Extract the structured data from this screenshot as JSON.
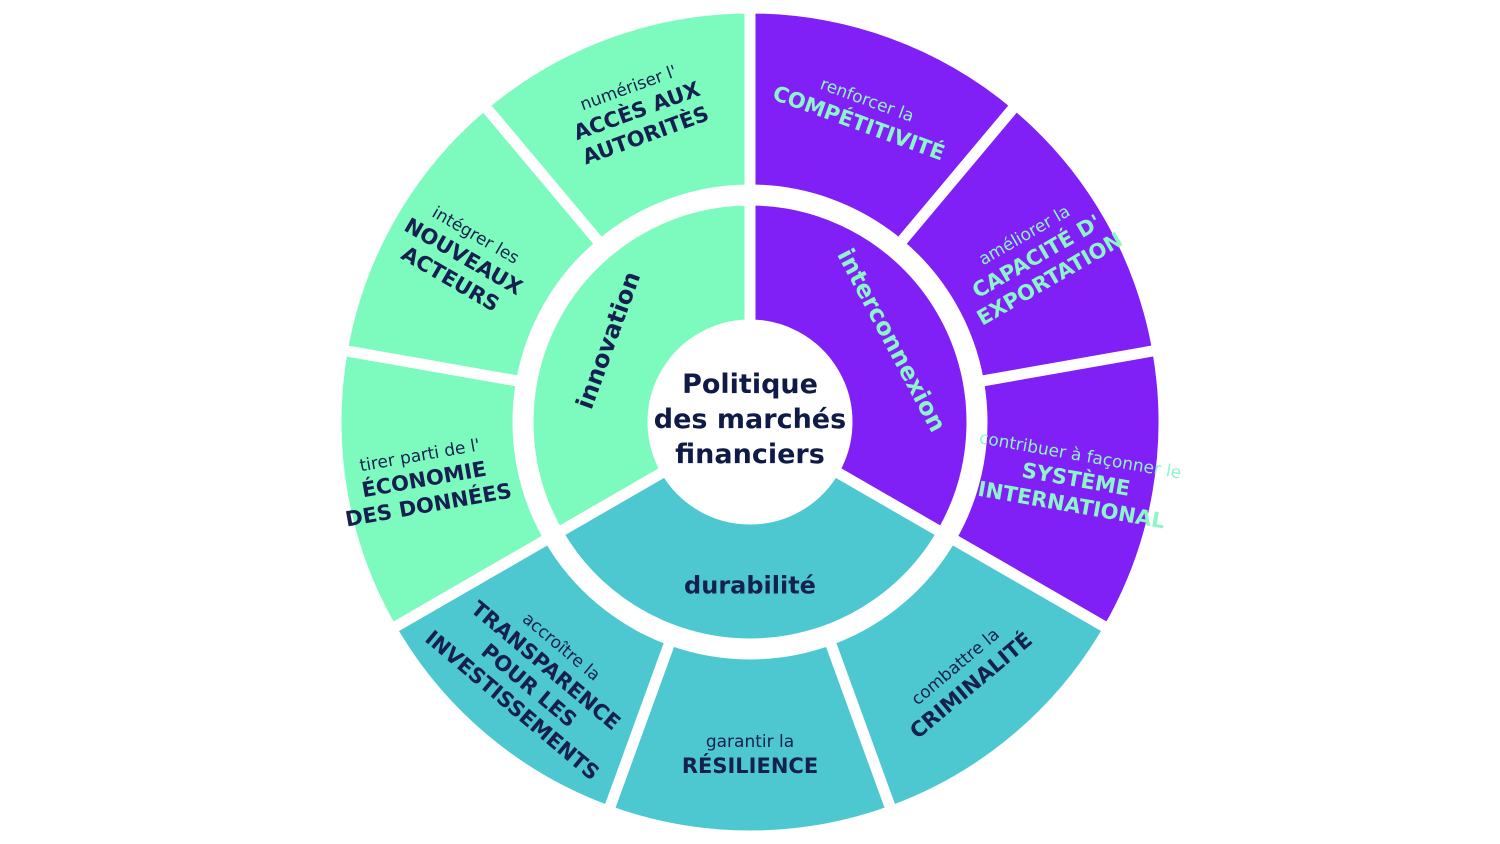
{
  "center": {
    "lines": [
      "Politique",
      "des marchés",
      "financiers"
    ]
  },
  "colors": {
    "mint": "#7dfbbf",
    "purple": "#801ff6",
    "teal": "#4dc8d1",
    "navy": "#162050",
    "text_on_purple": "#8ef5c9",
    "white": "#ffffff"
  },
  "inner_ring": [
    {
      "id": "innovation",
      "label": "innovation",
      "color": "mint",
      "text_color": "navy"
    },
    {
      "id": "interconnexion",
      "label": "interconnexion",
      "color": "purple",
      "text_color": "text_on_purple"
    },
    {
      "id": "durabilite",
      "label": "durabilité",
      "color": "teal",
      "text_color": "navy"
    }
  ],
  "outer_ring": [
    {
      "id": "competitivite",
      "group": "interconnexion",
      "color": "purple",
      "text_color": "text_on_purple",
      "small": "renforcer la",
      "big": [
        "COMPÉTITIVITÉ"
      ]
    },
    {
      "id": "capacite-exportation",
      "group": "interconnexion",
      "color": "purple",
      "text_color": "text_on_purple",
      "small": "améliorer la",
      "big": [
        "CAPACITÉ D'",
        "EXPORTATION"
      ]
    },
    {
      "id": "systeme-international",
      "group": "interconnexion",
      "color": "purple",
      "text_color": "text_on_purple",
      "small": "contribuer à façonner le",
      "big": [
        "SYSTÈME",
        "INTERNATIONAL"
      ]
    },
    {
      "id": "criminalite",
      "group": "durabilite",
      "color": "teal",
      "text_color": "navy",
      "small": "combattre la",
      "big": [
        "CRIMINALITÉ"
      ]
    },
    {
      "id": "resilience",
      "group": "durabilite",
      "color": "teal",
      "text_color": "navy",
      "small": "garantir la",
      "big": [
        "RÉSILIENCE"
      ]
    },
    {
      "id": "transparence",
      "group": "durabilite",
      "color": "teal",
      "text_color": "navy",
      "small": "accroître la",
      "big": [
        "TRANSPARENCE",
        "POUR LES",
        "INVESTISSEMENTS"
      ]
    },
    {
      "id": "economie-donnees",
      "group": "innovation",
      "color": "mint",
      "text_color": "navy",
      "small": "tirer parti de l'",
      "big": [
        "ÉCONOMIE",
        "DES DONNÉES"
      ]
    },
    {
      "id": "nouveaux-acteurs",
      "group": "innovation",
      "color": "mint",
      "text_color": "navy",
      "small": "intégrer les",
      "big": [
        "NOUVEAUX",
        "ACTEURS"
      ]
    },
    {
      "id": "acces-autorites",
      "group": "innovation",
      "color": "mint",
      "text_color": "navy",
      "small": "numériser l'",
      "big": [
        "ACCÈS AUX",
        "AUTORITÈS"
      ]
    }
  ]
}
